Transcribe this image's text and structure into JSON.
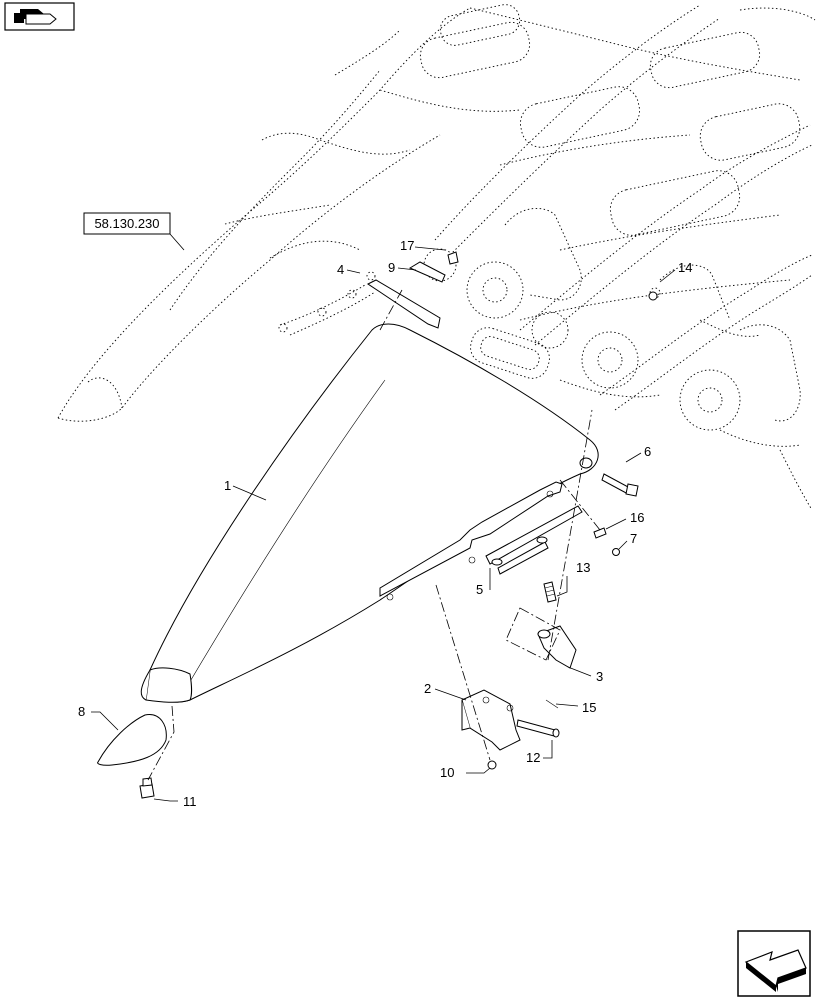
{
  "reference_box": "58.130.230",
  "callouts": {
    "c1": "1",
    "c2": "2",
    "c3": "3",
    "c4": "4",
    "c5": "5",
    "c6": "6",
    "c7": "7",
    "c8": "8",
    "c9": "9",
    "c10": "10",
    "c11": "11",
    "c12": "12",
    "c13": "13",
    "c14": "14",
    "c15": "15",
    "c16": "16",
    "c17": "17"
  },
  "icons": {
    "top_left": "assembly-view-icon",
    "bottom_right": "next-page-arrow-icon"
  }
}
